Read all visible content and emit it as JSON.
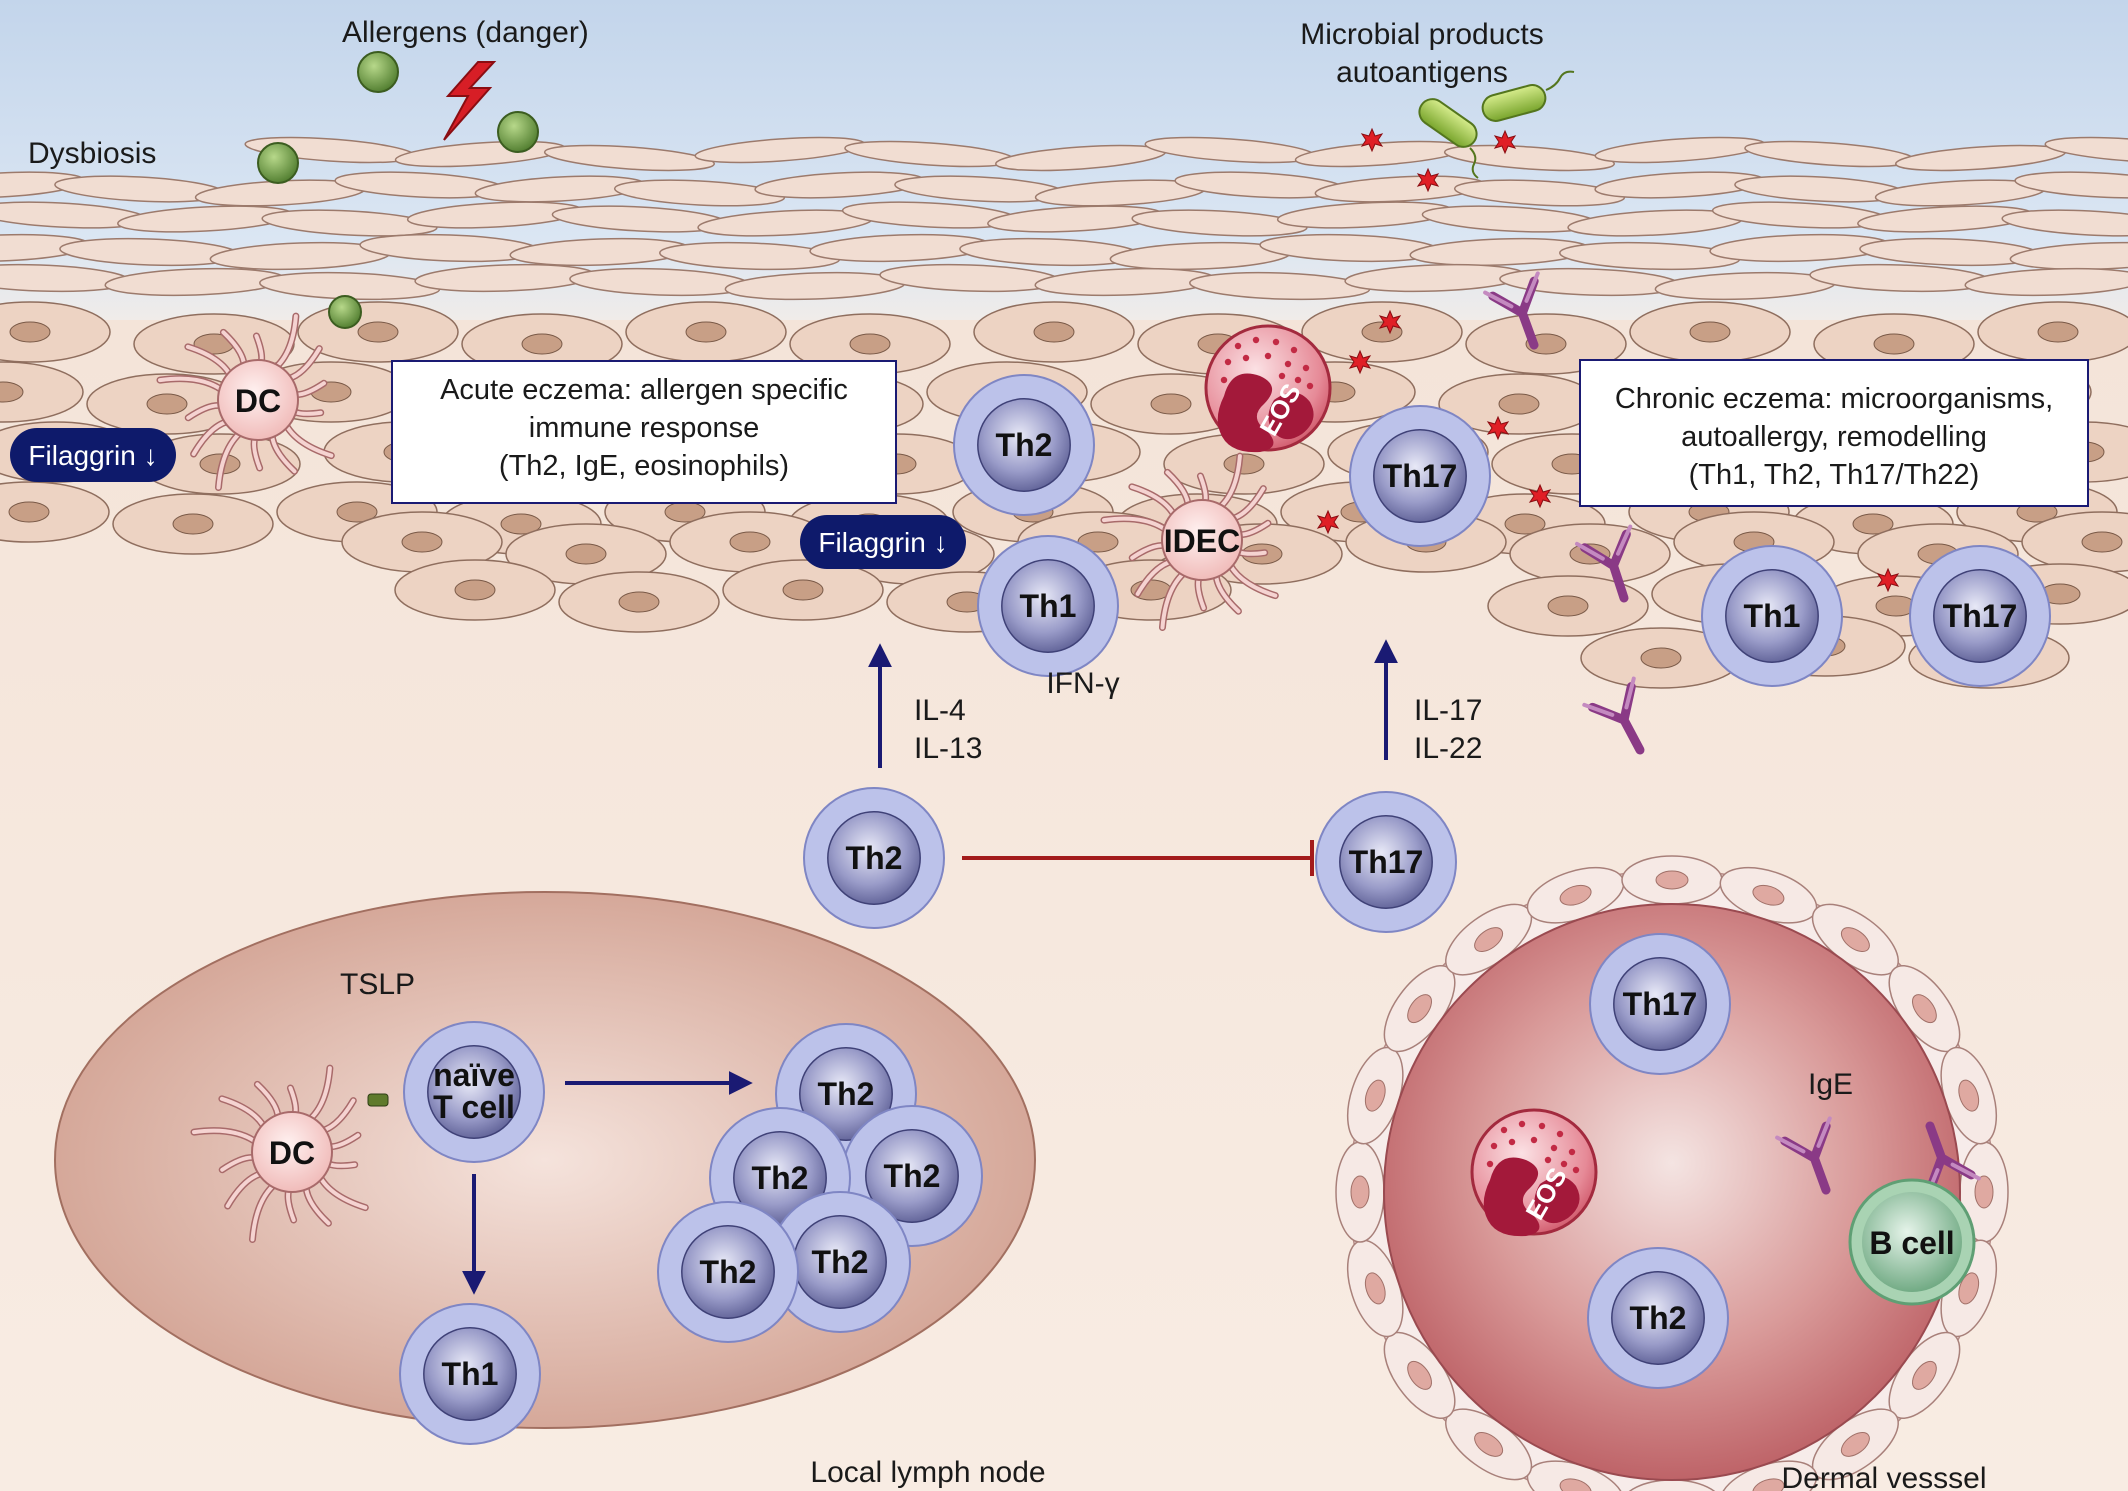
{
  "labels": {
    "dysbiosis": "Dysbiosis",
    "allergens": "Allergens (danger)",
    "microbial_line1": "Microbial products",
    "microbial_line2": "autoantigens",
    "ifn_gamma": "IFN-γ",
    "il4": "IL-4",
    "il13": "IL-13",
    "il17": "IL-17",
    "il22": "IL-22",
    "tslp": "TSLP",
    "ige": "IgE",
    "lymph_node": "Local lymph node",
    "dermal_vessel": "Dermal vesssel"
  },
  "boxes": {
    "acute_line1": "Acute eczema: allergen specific",
    "acute_line2": "immune response",
    "acute_line3": "(Th2, IgE, eosinophils)",
    "chronic_line1": "Chronic eczema: microorganisms,",
    "chronic_line2": "autoallergy, remodelling",
    "chronic_line3": "(Th1, Th2, Th17/Th22)"
  },
  "badges": {
    "filaggrin_left": "Filaggrin ↓",
    "filaggrin_mid": "Filaggrin ↓"
  },
  "cells": {
    "dc_skin": "DC",
    "dc_node": "DC",
    "idec": "IDEC",
    "eos_skin": "EOS",
    "eos_vessel": "EOS",
    "th2_skin": "Th2",
    "th1_skin": "Th1",
    "th17_skin": "Th17",
    "th1_chronic": "Th1",
    "th17_chronic": "Th17",
    "th2_mid": "Th2",
    "th17_mid": "Th17",
    "naive_line1": "naïve",
    "naive_line2": "T cell",
    "th1_node": "Th1",
    "th2_c1": "Th2",
    "th2_c2": "Th2",
    "th2_c3": "Th2",
    "th2_c4": "Th2",
    "th2_c5": "Th2",
    "th17_vessel": "Th17",
    "th2_vessel": "Th2",
    "bcell": "B cell"
  },
  "colors": {
    "sky": "#c7d8ec",
    "keratinocyte": "#ecd2c2",
    "nucleus": "#c79e84",
    "tcell_outer": "#b9bfe6",
    "tcell_inner": "#6d6fa6",
    "dc": "#f2c4c2",
    "eos": "#cf4a5c",
    "arrow": "#1a1a73",
    "inhibit": "#a31b1b",
    "filaggrin_badge": "#0e1a6b",
    "antibody": "#8a3a86",
    "star": "#e01f26",
    "allergen": "#5e8a3a",
    "bcell": "#6fae84",
    "vessel": "#c9787a",
    "lymph": "#d6a89a"
  }
}
